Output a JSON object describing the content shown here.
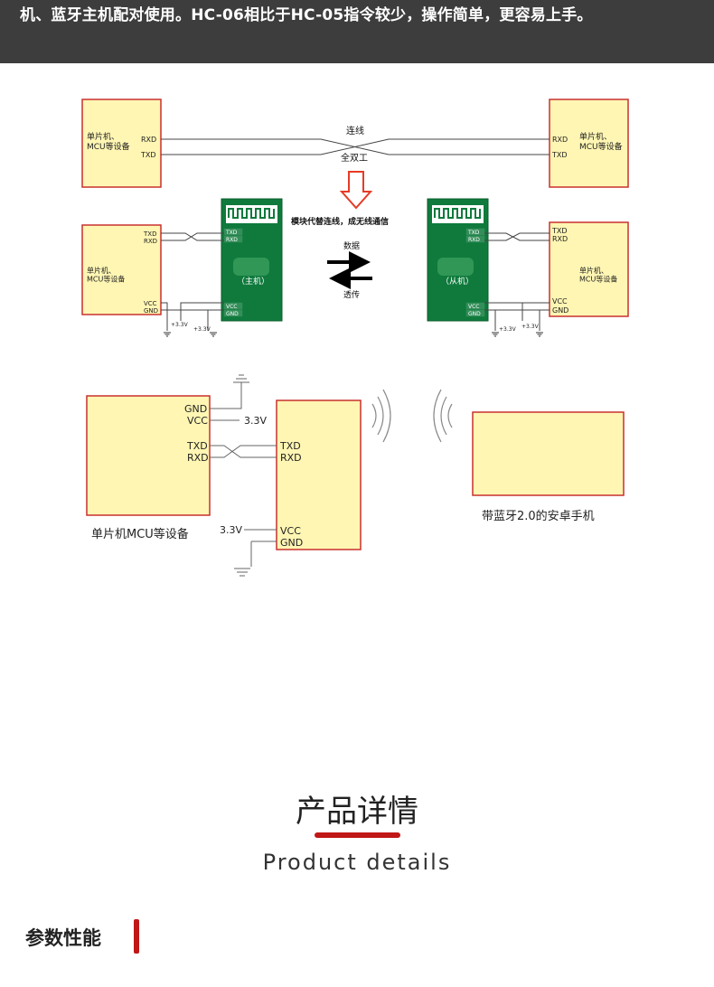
{
  "banner": {
    "text": "机、蓝牙主机配对使用。HC-06相比于HC-05指令较少，操作简单，更容易上手。"
  },
  "diagram_top": {
    "left_device": "单片机、\nMCU等设备",
    "right_device": "单片机、\nMCU等设备",
    "rxd": "RXD",
    "txd": "TXD",
    "connection_label": "连线",
    "duplex_label": "全双工",
    "replace_label": "模块代替连线，成无线通信",
    "data_label": "数据",
    "transparent_label": "透传",
    "master_label": "（主机）",
    "slave_label": "（从机）",
    "vcc": "VCC",
    "gnd": "GND",
    "v33_small": "+3.3V"
  },
  "diagram_bottom": {
    "gnd": "GND",
    "vcc": "VCC",
    "txd": "TXD",
    "rxd": "RXD",
    "v33": "3.3V",
    "mcu_label": "单片机MCU等设备",
    "phone_label": "带蓝牙2.0的安卓手机"
  },
  "section": {
    "title_zh": "产品详情",
    "title_en": "Product details"
  },
  "params": {
    "heading": "参数性能"
  },
  "colors": {
    "box_fill": "#fff6b3",
    "box_border": "#c8302e",
    "module_green": "#0f7a3c",
    "accent_red": "#c01717",
    "arrow_orange": "#f39c31"
  }
}
